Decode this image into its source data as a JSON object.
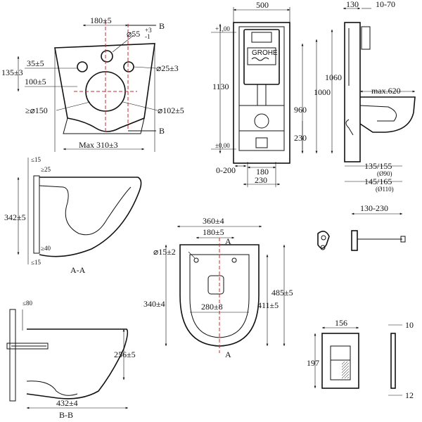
{
  "colors": {
    "line": "#111111",
    "axis": "#d2262b",
    "background": "#ffffff"
  },
  "top_view": {
    "dim_180": "180±5",
    "dia_55": "⌀55",
    "dia_55_tol_plus": "+3",
    "dia_55_tol_minus": "-1",
    "section_mark": "B",
    "dim_35": "35±5",
    "dim_135": "135±3",
    "dim_100": "100±5",
    "dia_25": "⌀25±3",
    "dia_150": "≥⌀150",
    "dia_102": "⌀102±5",
    "dim_310": "Max 310±3"
  },
  "frame_front": {
    "dim_500": "500",
    "level_100": "+1,00",
    "level_000": "±0,00",
    "brand": "GROHE",
    "dim_1130": "1130",
    "dim_1000": "1000",
    "dim_960": "960",
    "dim_1060": "1060",
    "dim_230_v": "230",
    "dim_0_200": "0-200",
    "dim_180": "180",
    "dim_230_h": "230"
  },
  "frame_side": {
    "dim_130": "130",
    "dim_10_70": "10-70",
    "dim_620": "max.620",
    "dim_135_155": "135/155",
    "dia_90": "(Ø90)",
    "dim_145_165": "145/165",
    "dia_110": "(Ø110)"
  },
  "section_aa": {
    "dim_15_top": "≤15",
    "dim_25": "≥25",
    "dim_342": "342±5",
    "dim_40": "≥40",
    "dim_15_bot": "≤15",
    "caption": "A-A"
  },
  "bottom_view": {
    "dim_360": "360±4",
    "dim_180": "180±5",
    "dia_15": "⌀15±2",
    "section_mark": "A",
    "dim_340": "340±4",
    "dim_280": "280±8",
    "dim_411": "411±5",
    "dim_485": "485±5"
  },
  "bracket": {
    "dim_130_230": "130-230"
  },
  "section_bb": {
    "dim_80": "≤80",
    "dim_256": "256±5",
    "dim_432": "432±4",
    "caption": "B-B"
  },
  "plate": {
    "dim_156": "156",
    "dim_197": "197",
    "dim_10": "10",
    "dim_12": "12"
  }
}
